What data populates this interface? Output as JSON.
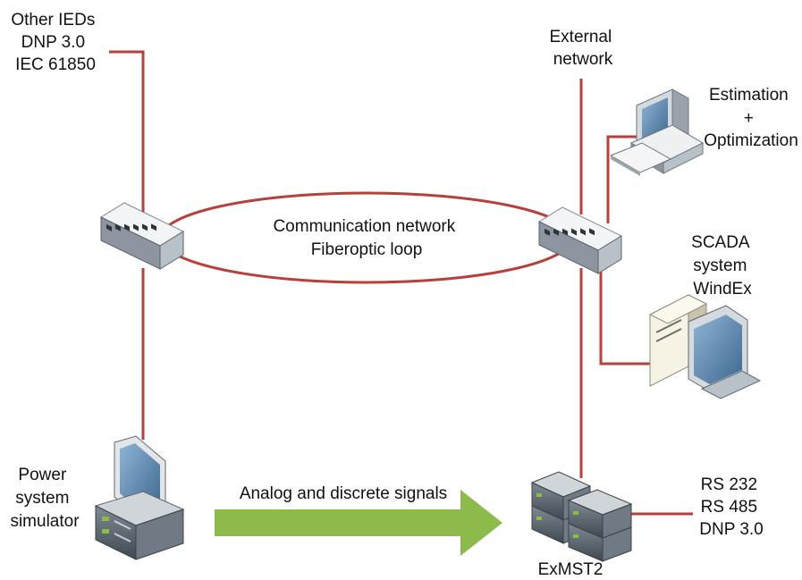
{
  "labels": {
    "other_ieds": [
      "Other IEDs",
      "DNP 3.0",
      "IEC 61850"
    ],
    "external_network": [
      "External",
      "network"
    ],
    "estimation": [
      "Estimation",
      "+",
      "Optimization"
    ],
    "network": [
      "Communication network",
      "Fiberoptic loop"
    ],
    "scada": [
      "SCADA",
      "system",
      "WindEx"
    ],
    "power_sim": [
      "Power",
      "system",
      "simulator"
    ],
    "signals": "Analog and discrete signals",
    "protocols": [
      "RS 232",
      "RS 485",
      "DNP 3.0"
    ],
    "exmst": "ExMST2"
  },
  "colors": {
    "wire": "#b5403c",
    "arrow": "#8dbb4b",
    "device_body": "#c9cfd4",
    "monitor_screen": "#4d7aa0"
  }
}
